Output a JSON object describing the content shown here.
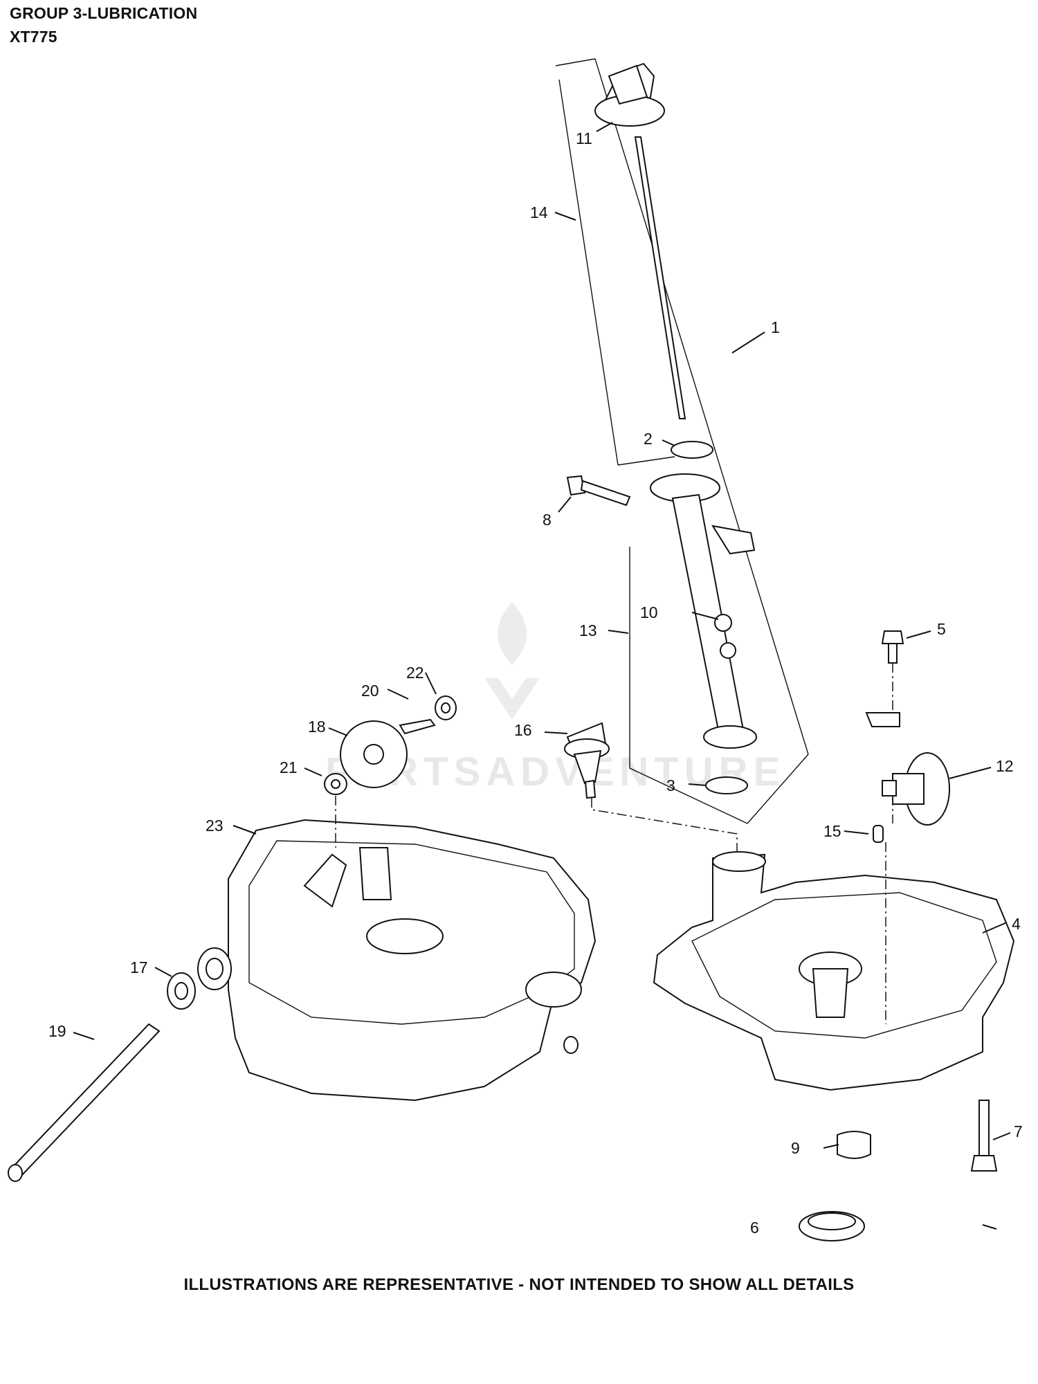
{
  "header": {
    "title": "GROUP 3-LUBRICATION",
    "model": "XT775"
  },
  "footer": {
    "note": "ILLUSTRATIONS ARE REPRESENTATIVE - NOT INTENDED TO SHOW ALL DETAILS"
  },
  "watermark": {
    "text": "PARTSADVENTURE"
  },
  "callouts": [
    "1",
    "2",
    "3",
    "4",
    "5",
    "6",
    "7",
    "8",
    "9",
    "10",
    "11",
    "12",
    "13",
    "14",
    "15",
    "16",
    "17",
    "18",
    "19",
    "20",
    "21",
    "22",
    "23"
  ]
}
